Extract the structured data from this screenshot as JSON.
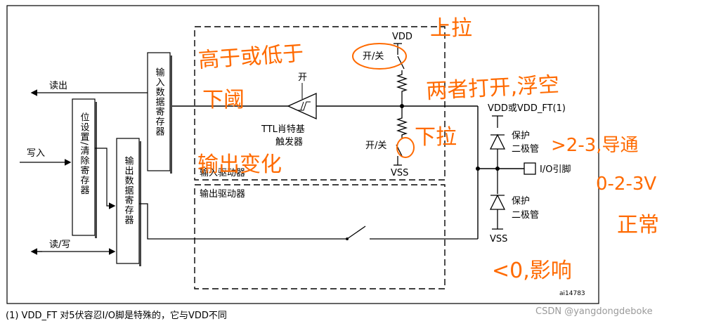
{
  "diagram": {
    "read": "读出",
    "write": "写入",
    "rw": "读/写",
    "set_reset_reg": "位设置/清除寄存器",
    "input_data_reg": "输入数据寄存器",
    "output_data_reg": "输出数据寄存器",
    "switch_top": "开",
    "ttl_schmitt": "TTL肖特基",
    "ttl_schmitt_2": "触发器",
    "switch_onoff_1": "开/关",
    "switch_onoff_2": "开/关",
    "vdd": "VDD",
    "vss": "VSS",
    "vdd_or_vddft": "VDD或VDD_FT(1)",
    "protect": "保护",
    "diode": "二极管",
    "protect_2": "保护",
    "diode_2": "二极管",
    "vss_2": "VSS",
    "io_pin": "I/O引脚",
    "input_driver": "输入驱动器",
    "output_driver": "输出驱动器",
    "figure_code": "ai14783"
  },
  "annotations": {
    "pull_up": "上拉",
    "high_low": "高于或低于",
    "threshold": "下阈",
    "output_change": "输出变化",
    "pull_down": "下拉",
    "both_open_floating": "两者打开,浮空",
    "v_range_1": ">2-3,导通",
    "v_range_2": "0-2-3V",
    "normal": "正常",
    "effect": "<0,影响"
  },
  "footnote": "(1) VDD_FT 对5伏容忍I/O脚是特殊的，它与VDD不同",
  "watermark": "CSDN @yangdongdeboke"
}
